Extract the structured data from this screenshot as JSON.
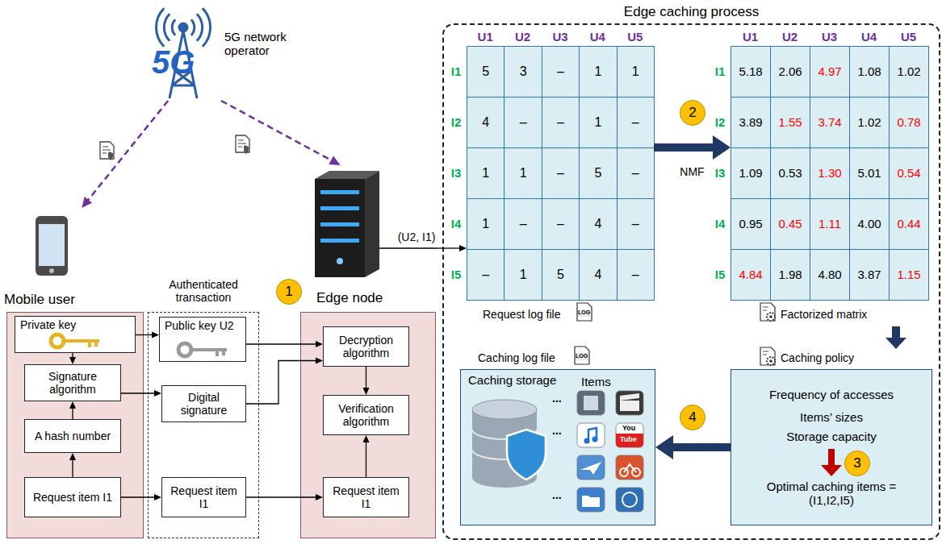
{
  "diagram": {
    "nodes": [
      {
        "text": [
          "5G network operator"
        ]
      },
      {
        "text": [
          "Mobile user"
        ]
      },
      {
        "text": [
          "Private key"
        ],
        "in": 1
      },
      {
        "text": [
          "Signature algorithm"
        ],
        "in": 1
      },
      {
        "text": [
          "A hash number"
        ],
        "in": 1
      },
      {
        "text": [
          "Request item I1"
        ],
        "in": 1
      },
      {
        "text": [
          "Authenticated transaction"
        ]
      },
      {
        "text": [
          "Public key U2"
        ],
        "in": 6
      },
      {
        "text": [
          "Digital signature"
        ],
        "in": 6
      },
      {
        "text": [
          "Request item I1"
        ],
        "in": 6
      },
      {
        "text": [
          "Edge node"
        ]
      },
      {
        "text": [
          "Decryption algorithm"
        ],
        "in": 10
      },
      {
        "text": [
          "Verification algorithm"
        ],
        "in": 10
      },
      {
        "text": [
          "Request item I1"
        ],
        "in": 10
      },
      {
        "text": [
          "Edge caching process"
        ]
      },
      {
        "text": [
          "Request log file"
        ],
        "in": 14
      },
      {
        "text": [
          "Factorized matrix"
        ],
        "in": 14
      },
      {
        "text": [
          "Caching log file",
          "Caching storage",
          "Items"
        ],
        "in": 14
      },
      {
        "text": [
          "Caching policy",
          "Frequency of accesses",
          "Items’ sizes",
          "Storage capacity",
          "Optimal caching items = (I1,I2,I5)"
        ],
        "in": 14
      }
    ],
    "edges": [
      {
        "from": 0,
        "to": 1,
        "arrow": "to"
      },
      {
        "from": 0,
        "to": 10,
        "arrow": "to"
      },
      {
        "from": 2,
        "to": 3,
        "arrow": "to"
      },
      {
        "from": 4,
        "to": 3,
        "arrow": "to"
      },
      {
        "from": 5,
        "to": 4,
        "arrow": "to"
      },
      {
        "from": 2,
        "to": 7,
        "arrow": "to"
      },
      {
        "from": 3,
        "to": 8,
        "arrow": "to"
      },
      {
        "from": 5,
        "to": 9,
        "arrow": "to"
      },
      {
        "from": 7,
        "to": 11,
        "arrow": "to"
      },
      {
        "from": 8,
        "to": 11,
        "arrow": "to"
      },
      {
        "from": 9,
        "to": 13,
        "arrow": "to"
      },
      {
        "from": 13,
        "to": 12,
        "arrow": "to"
      },
      {
        "from": 11,
        "to": 12,
        "arrow": "to"
      },
      {
        "from": 10,
        "to": 15,
        "label": "(U2, I1)",
        "arrow": "to"
      },
      {
        "from": 15,
        "to": 16,
        "label": "NMF",
        "arrow": "to"
      },
      {
        "from": 16,
        "to": 18,
        "arrow": "to"
      },
      {
        "from": 18,
        "to": 17,
        "arrow": "to"
      }
    ],
    "labels": [
      "5G",
      "1",
      "2",
      "3",
      "4",
      "U1",
      "U2",
      "U3",
      "U4",
      "U5",
      "I1",
      "5",
      "3",
      "–",
      "1",
      "1",
      "I2",
      "4",
      "–",
      "–",
      "1",
      "–",
      "I3",
      "1",
      "1",
      "–",
      "5",
      "–",
      "I4",
      "1",
      "–",
      "–",
      "4",
      "–",
      "I5",
      "–",
      "1",
      "5",
      "4",
      "–",
      "U1",
      "U2",
      "U3",
      "U4",
      "U5",
      "I1",
      "5.18",
      "2.06",
      "4.97",
      "1.08",
      "1.02",
      "I2",
      "3.89",
      "1.55",
      "3.74",
      "1.02",
      "0.78",
      "I3",
      "1.09",
      "0.53",
      "1.30",
      "5.01",
      "0.54",
      "I4",
      "0.95",
      "0.45",
      "1.11",
      "4.00",
      "0.44",
      "I5",
      "4.84",
      "1.98",
      "4.80",
      "3.87",
      "1.15",
      "...",
      "...",
      "...",
      "You",
      "Tube",
      "LOG",
      "LOG"
    ]
  }
}
